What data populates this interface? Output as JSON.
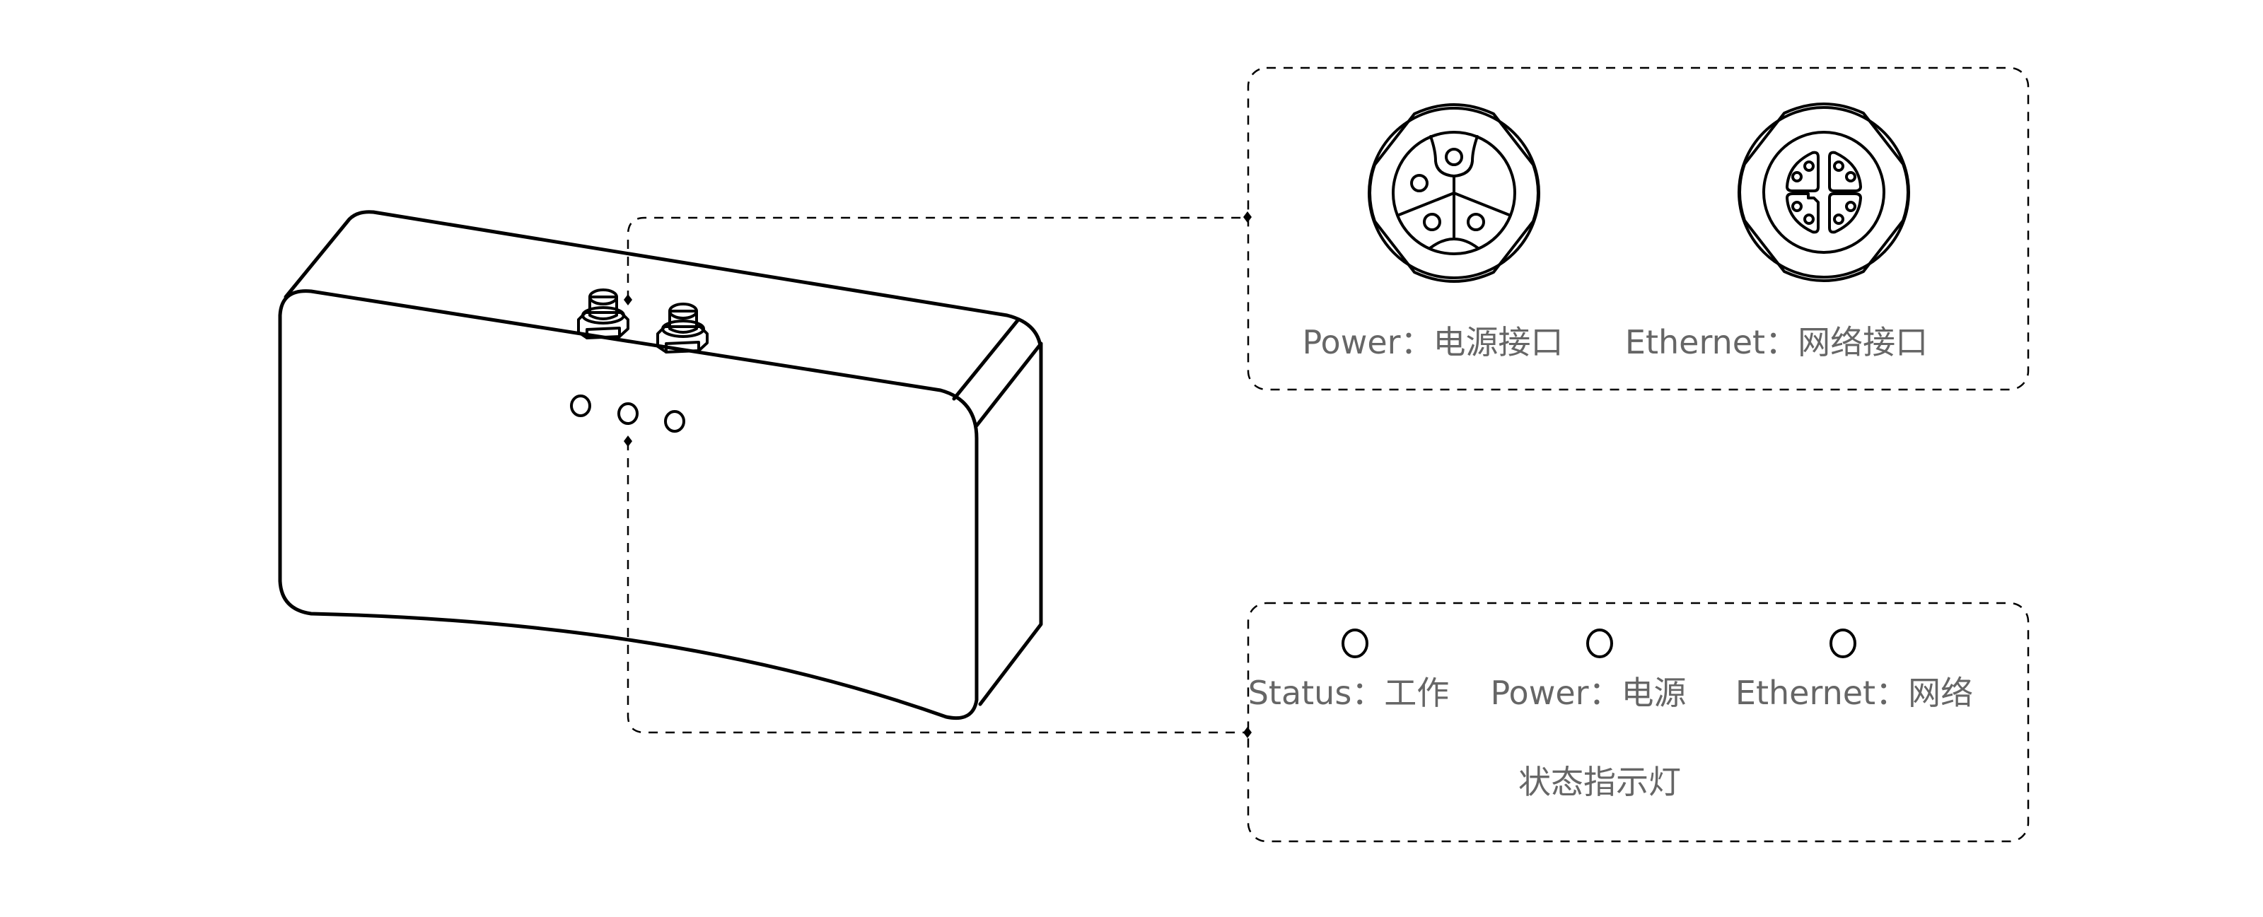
{
  "figure": {
    "description": "Line drawing of an enclosure device with two connectors on top and three status LEDs on the front, with callout panels",
    "colors": {
      "line": "#000000",
      "label_text": "#666666",
      "background": "#ffffff"
    }
  },
  "callouts": {
    "interfaces": {
      "items": [
        {
          "label": "Power：电源接口",
          "icon": "power-connector-icon"
        },
        {
          "label": "Ethernet：网络接口",
          "icon": "ethernet-connector-icon"
        }
      ]
    },
    "indicators": {
      "items": [
        {
          "label": "Status：工作",
          "icon": "led-icon"
        },
        {
          "label": "Power：电源",
          "icon": "led-icon"
        },
        {
          "label": "Ethernet：网络",
          "icon": "led-icon"
        }
      ],
      "caption": "状态指示灯"
    }
  }
}
